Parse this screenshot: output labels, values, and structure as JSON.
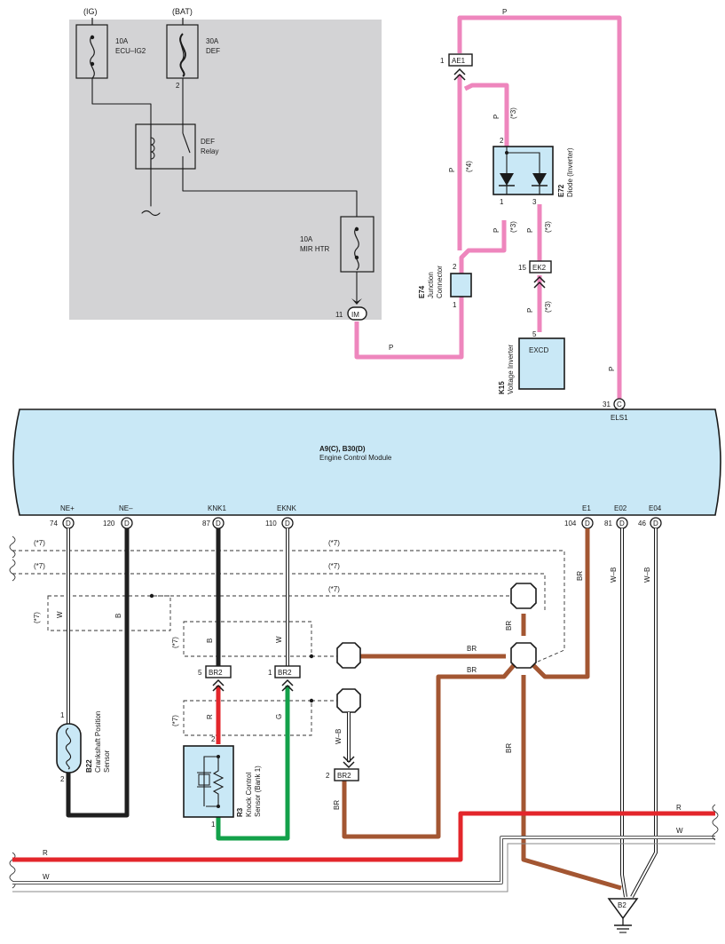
{
  "supply": {
    "ig": "(IG)",
    "bat": "(BAT)"
  },
  "fuses": {
    "ecu_ig2": {
      "rating": "10A",
      "name": "ECU–IG2"
    },
    "def": {
      "rating": "30A",
      "name": "DEF"
    },
    "mir_htr": {
      "rating": "10A",
      "name": "MIR HTR"
    }
  },
  "relay": {
    "line1": "DEF",
    "line2": "Relay"
  },
  "connectors": {
    "ae1": {
      "pin": "1",
      "label": "AE1"
    },
    "ek2": {
      "pin": "15",
      "label": "EK2"
    },
    "im": {
      "pin": "11",
      "label": "IM"
    },
    "br2_knk": {
      "pin": "5",
      "label": "BR2"
    },
    "br2_eknk": {
      "pin": "1",
      "label": "BR2"
    },
    "br2_wb": {
      "pin": "2",
      "label": "BR2"
    }
  },
  "diode": {
    "code": "E72",
    "name": "Diode (Inverter)",
    "pin_top": "2",
    "pin_left": "1",
    "pin_right": "3"
  },
  "junction": {
    "code": "E74",
    "name1": "Junction",
    "name2": "Connector",
    "pin_top": "2",
    "pin_bottom": "1"
  },
  "inverter": {
    "code": "K15",
    "name": "Voltage Inverter",
    "terminal": "EXCD",
    "pin": "5"
  },
  "ecm": {
    "title": "A9(C), B30(D)",
    "subtitle": "Engine Control Module",
    "top_pin": {
      "num": "31",
      "conn": "C",
      "name": "ELS1"
    },
    "pins": [
      {
        "num": "74",
        "conn": "D",
        "name": "NE+"
      },
      {
        "num": "120",
        "conn": "D",
        "name": "NE–"
      },
      {
        "num": "87",
        "conn": "D",
        "name": "KNK1"
      },
      {
        "num": "110",
        "conn": "D",
        "name": "EKNK"
      },
      {
        "num": "104",
        "conn": "D",
        "name": "E1"
      },
      {
        "num": "81",
        "conn": "D",
        "name": "E02"
      },
      {
        "num": "46",
        "conn": "D",
        "name": "E04"
      }
    ]
  },
  "crank": {
    "code": "B22",
    "name1": "Crankshaft Position",
    "name2": "Sensor",
    "pin1": "1",
    "pin2": "2"
  },
  "knock": {
    "code": "R3",
    "name1": "Knock Control",
    "name2": "Sensor (Bank 1)",
    "pin1": "2",
    "pin2": "1"
  },
  "ground": {
    "label": "B2"
  },
  "notes": {
    "n3": "(*3)",
    "n4": "(*4)",
    "n7": "(*7)"
  },
  "wire_colors": {
    "P": "P",
    "B": "B",
    "W": "W",
    "R": "R",
    "G": "G",
    "BR": "BR",
    "WB": "W–B"
  },
  "colors": {
    "pink": "#ee86bd",
    "black": "#1f1f1f",
    "red": "#e3262b",
    "green": "#13a14a",
    "brown": "#a35632",
    "gray_panel": "#d3d3d5",
    "component": "#c9e8f6"
  }
}
